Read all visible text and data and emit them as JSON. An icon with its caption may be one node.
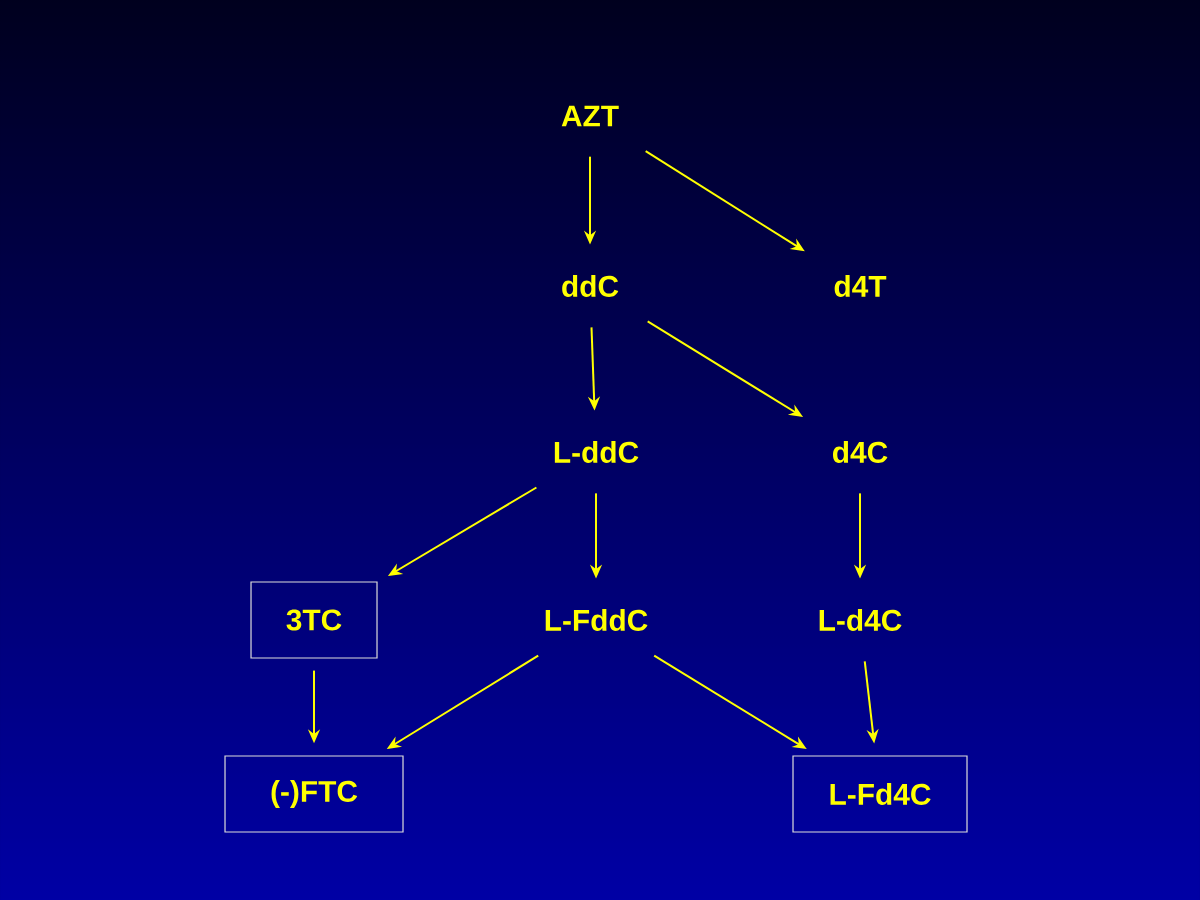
{
  "diagram": {
    "nodes": [
      {
        "text": [
          "AZT"
        ]
      },
      {
        "text": [
          "ddC"
        ]
      },
      {
        "text": [
          "d4T"
        ]
      },
      {
        "text": [
          "L-ddC"
        ]
      },
      {
        "text": [
          "d4C"
        ]
      },
      {
        "text": [
          "3TC"
        ]
      },
      {
        "text": [
          "L-FddC"
        ]
      },
      {
        "text": [
          "L-d4C"
        ]
      },
      {
        "text": [
          "(-)FTC"
        ]
      },
      {
        "text": [
          "L-Fd4C"
        ]
      }
    ],
    "edges": [
      {
        "from": 0,
        "to": 1,
        "arrow": "to"
      },
      {
        "from": 0,
        "to": 2,
        "arrow": "to"
      },
      {
        "from": 1,
        "to": 3,
        "arrow": "to"
      },
      {
        "from": 1,
        "to": 4,
        "arrow": "to"
      },
      {
        "from": 3,
        "to": 5,
        "arrow": "to"
      },
      {
        "from": 3,
        "to": 6,
        "arrow": "to"
      },
      {
        "from": 4,
        "to": 7,
        "arrow": "to"
      },
      {
        "from": 5,
        "to": 8,
        "arrow": "to"
      },
      {
        "from": 6,
        "to": 8,
        "arrow": "to"
      },
      {
        "from": 6,
        "to": 9,
        "arrow": "to"
      },
      {
        "from": 7,
        "to": 9,
        "arrow": "to"
      }
    ]
  }
}
